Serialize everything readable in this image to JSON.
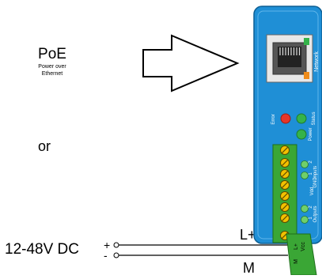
{
  "poe": {
    "title": "PoE",
    "subtitle_line1": "Power over",
    "subtitle_line2": "Ethernet"
  },
  "or_label": "or",
  "dc_input": {
    "label": "12-48V DC",
    "plus": "+",
    "minus": "-"
  },
  "wires": {
    "lplus": "L+",
    "m": "M"
  },
  "device": {
    "network_label": "Network",
    "error_label": "Error",
    "status_label": "Status",
    "power_label": "Power",
    "inputs_label": "Inputs",
    "input_2": "2",
    "input_1": "1",
    "vdd_label": "Vdd",
    "gnd_label": "GND",
    "outputs_label": "Outputs",
    "output_2": "2",
    "output_1": "1",
    "plug_lplus": "L+",
    "plug_vcc": "Vcc",
    "plug_m": "M"
  },
  "colors": {
    "device_body": "#1f8fd6",
    "connector_green": "#3aa635",
    "error_led": "#e53528",
    "status_led": "#35b34a",
    "screw_yellow": "#f2c000"
  }
}
